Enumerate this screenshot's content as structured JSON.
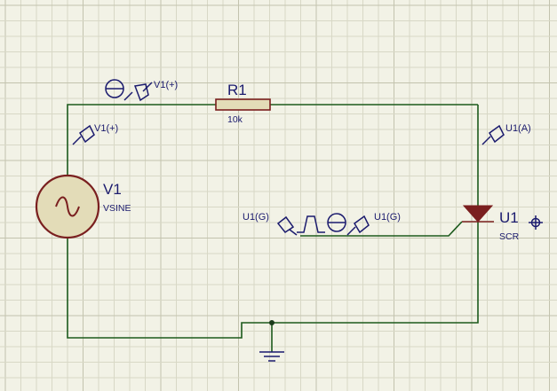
{
  "colors": {
    "background": "#f2f2e6",
    "grid_minor": "#d8d8c6",
    "grid_major": "#c3c3ae",
    "wire": "#1c5a1c",
    "component_outline": "#7a1f1f",
    "component_fill": "#e3dcb8",
    "label_text": "#1b1b6e",
    "junction": "#1a3a1a"
  },
  "components": {
    "source": {
      "name": "V1",
      "type": "VSINE",
      "icon": "sine-source-icon"
    },
    "resistor": {
      "name": "R1",
      "value": "10k",
      "icon": "resistor-icon"
    },
    "scr": {
      "name": "U1",
      "type": "SCR",
      "icon": "scr-thyristor-icon"
    },
    "pulse": {
      "icon": "pulse-generator-icon"
    },
    "ground": {
      "icon": "ground-icon"
    }
  },
  "probes": {
    "top": "V1(+)",
    "left": "V1(+)",
    "anode": "U1(A)",
    "gate_left": "U1(G)",
    "gate_right": "U1(G)"
  }
}
